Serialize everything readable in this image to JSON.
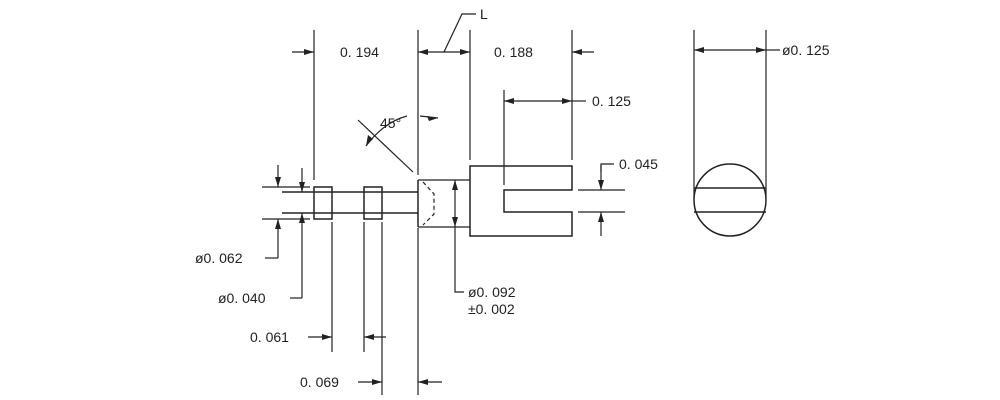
{
  "dimensions": {
    "length_label": "L",
    "d_0_194": "0. 194",
    "d_0_188": "0. 188",
    "d_0_125": "0. 125",
    "d_angle": "45°",
    "d_0_045": "0. 045",
    "d_dia_0_062": "ø0. 062",
    "d_dia_0_040": "ø0. 040",
    "d_dia_0_092": "ø0. 092",
    "d_tol_0_002": "±0. 002",
    "d_0_061": "0. 061",
    "d_0_069": "0. 069",
    "d_dia_0_125": "ø0. 125"
  }
}
